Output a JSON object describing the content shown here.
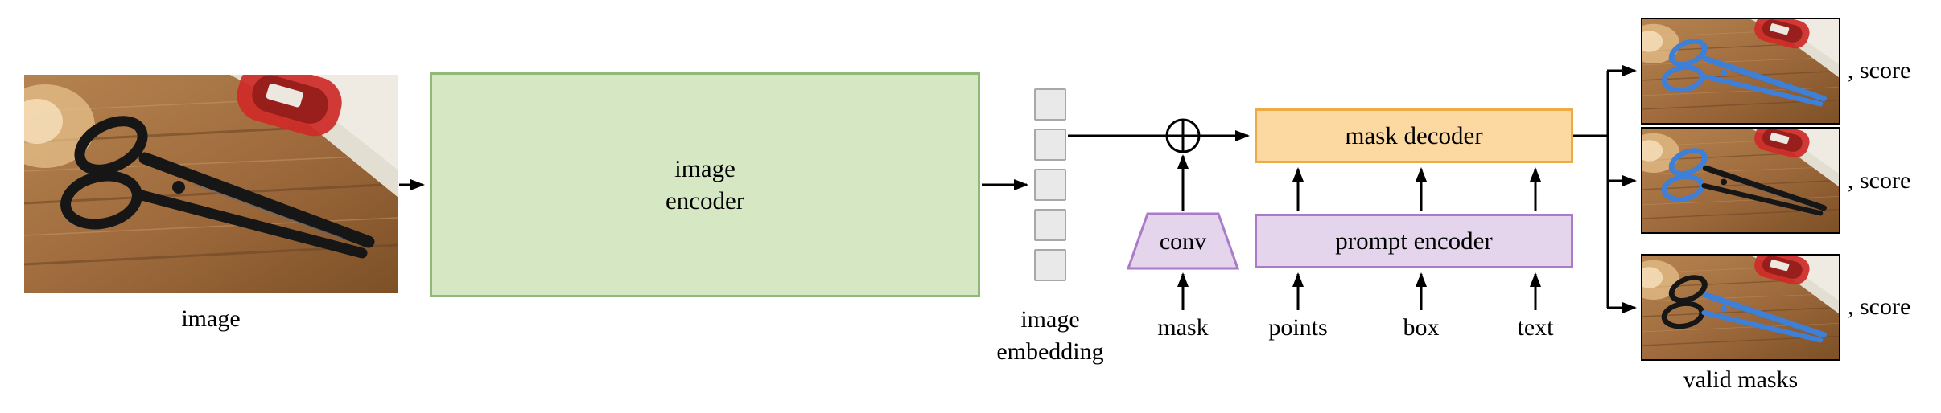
{
  "title": "Promptable segmentation model overview diagram",
  "colors": {
    "encoder_fill": "#d6e7c4",
    "encoder_border": "#8fb977",
    "prompt_fill": "#e4d4ec",
    "prompt_border": "#a97bc8",
    "decoder_fill": "#fbd9a1",
    "decoder_border": "#edaa45",
    "token_fill": "#e9e9e9",
    "token_border": "#a8a8a8",
    "mask_highlight": "#3e7fd8"
  },
  "nodes": {
    "input_image_label": "image",
    "image_encoder_line1": "image",
    "image_encoder_line2": "encoder",
    "embedding_line1": "image",
    "embedding_line2": "embedding",
    "embedding_token_count": 5,
    "conv_label": "conv",
    "mask_label": "mask",
    "prompt_encoder_label": "prompt encoder",
    "mask_decoder_label": "mask decoder",
    "prompts": [
      {
        "label": "points"
      },
      {
        "label": "box"
      },
      {
        "label": "text"
      }
    ],
    "outputs": [
      {
        "score": ", score"
      },
      {
        "score": ", score"
      },
      {
        "score": ", score"
      }
    ],
    "valid_masks_label": "valid masks"
  }
}
